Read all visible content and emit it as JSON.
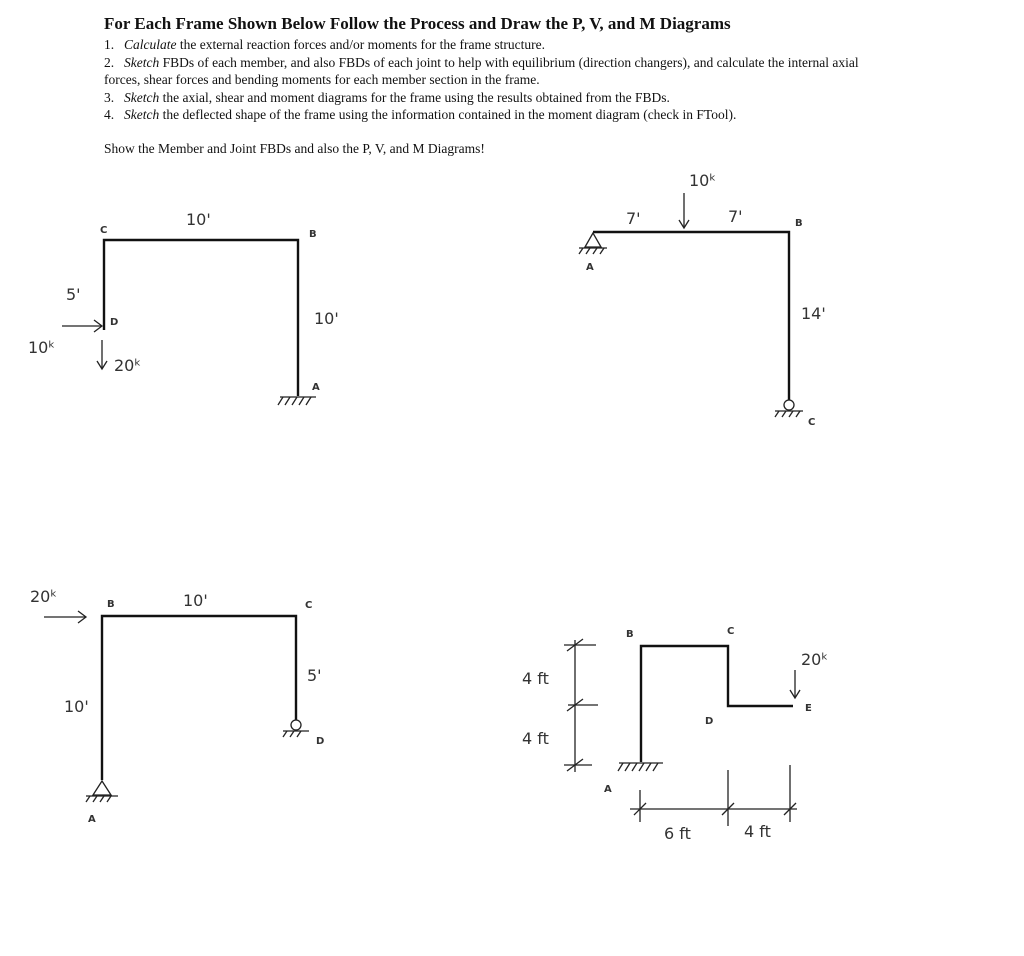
{
  "document": {
    "title": "For Each Frame Shown Below Follow the Process and Draw the P, V, and M Diagrams",
    "steps": [
      {
        "num": "1.",
        "verb": "Calculate",
        "rest": " the external reaction forces and/or moments for the frame structure."
      },
      {
        "num": "2.",
        "verb": "Sketch",
        "rest": " FBDs of each member, and also FBDs of each joint to help with equilibrium (direction changers), and calculate the internal axial forces, shear forces and bending moments for each member section in the frame."
      },
      {
        "num": "3.",
        "verb": "Sketch",
        "rest": " the axial, shear and moment diagrams for the frame using the results obtained from the FBDs."
      },
      {
        "num": "4.",
        "verb": "Sketch",
        "rest": " the deflected shape of the frame using the information contained in the moment diagram (check in FTool)."
      }
    ],
    "note": "Show the Member and Joint FBDs and also the P, V, and M Diagrams!"
  },
  "frames": {
    "frame1": {
      "joints": {
        "c": "C",
        "b": "B",
        "d": "D",
        "a": "A"
      },
      "dims": {
        "top": "10'",
        "right": "10'",
        "left": "5'"
      },
      "loads": {
        "horizontal": "10ᵏ",
        "vertical": "20ᵏ"
      }
    },
    "frame2": {
      "joints": {
        "a": "A",
        "b": "B",
        "c": "C"
      },
      "dims": {
        "left_span": "7'",
        "right_span": "7'",
        "height": "14'"
      },
      "loads": {
        "vertical": "10ᵏ"
      }
    },
    "frame3": {
      "joints": {
        "b": "B",
        "c": "C",
        "d": "D",
        "a": "A"
      },
      "dims": {
        "top": "10'",
        "left": "10'",
        "right": "5'"
      },
      "loads": {
        "horizontal": "20ᵏ"
      }
    },
    "frame4": {
      "joints": {
        "b": "B",
        "c": "C",
        "d": "D",
        "e": "E",
        "a": "A"
      },
      "dims": {
        "upper": "4 ft",
        "lower": "4 ft",
        "span1": "6 ft",
        "span2": "4 ft"
      },
      "loads": {
        "vertical": "20ᵏ"
      }
    }
  }
}
